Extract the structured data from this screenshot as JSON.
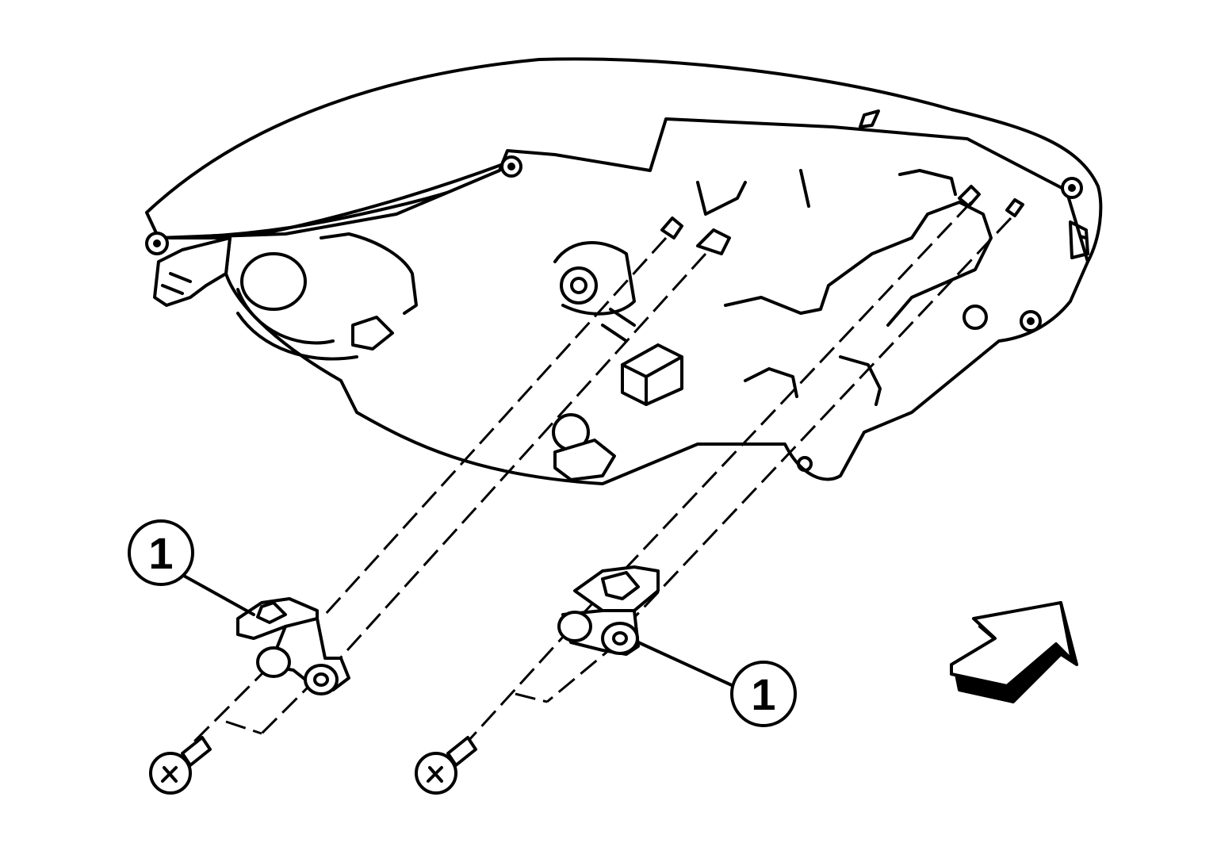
{
  "callouts": [
    {
      "id": "callout-1-left",
      "label": "1"
    },
    {
      "id": "callout-1-right",
      "label": "1"
    }
  ],
  "direction_arrow": {
    "icon": "front-direction-arrow-icon"
  },
  "colors": {
    "line": "#000000",
    "background": "#ffffff",
    "arrow_shadow": "#000000"
  }
}
